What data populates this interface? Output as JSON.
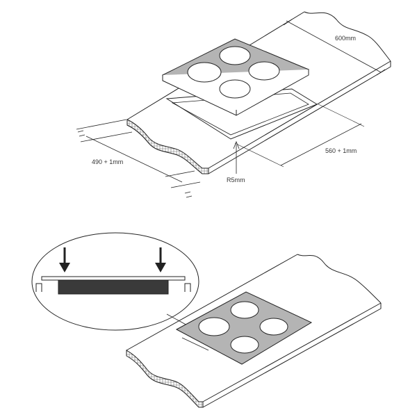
{
  "labels": {
    "width": "600mm",
    "depth": "490 + 1mm",
    "cutout": "560 + 1mm",
    "radius": "R5mm"
  },
  "colors": {
    "line": "#222222",
    "hob": "#b4b4b4",
    "zone": "#ffffff",
    "insert": "#3a3a3a"
  },
  "icons": {
    "press": "down-arrow-icon"
  }
}
